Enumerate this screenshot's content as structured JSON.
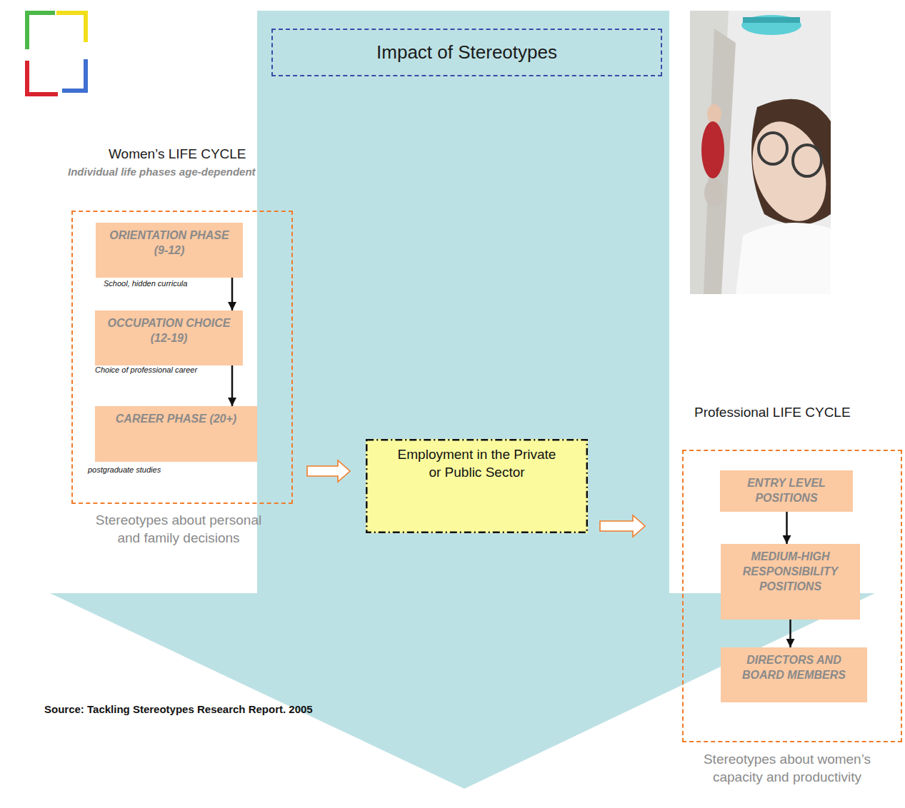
{
  "diagram": {
    "title": "Impact of Stereotypes",
    "caption": "Source: Tackling Stereotypes Research Report. 2005",
    "nodes": [
      {
        "text": [
          "Women’s LIFE CYCLE",
          "Individual life phases age-dependent",
          "Stereotypes about personal and family decisions"
        ]
      },
      {
        "text": [
          "ORIENTATION PHASE (9-12)"
        ],
        "in": 0
      },
      {
        "text": [
          "OCCUPATION CHOICE (12-19)"
        ],
        "in": 0
      },
      {
        "text": [
          "CAREER PHASE (20+)"
        ],
        "in": 0
      },
      {
        "text": [
          "Employment in the Private or Public Sector"
        ]
      },
      {
        "text": [
          "Professional LIFE CYCLE",
          "Stereotypes about women’s capacity and productivity"
        ]
      },
      {
        "text": [
          "ENTRY LEVEL POSITIONS"
        ],
        "in": 5
      },
      {
        "text": [
          "MEDIUM-HIGH RESPONSIBILITY POSITIONS"
        ],
        "in": 5
      },
      {
        "text": [
          "DIRECTORS AND BOARD MEMBERS"
        ],
        "in": 5
      }
    ],
    "edges": [
      {
        "from": 1,
        "to": 2,
        "arrow": "to"
      },
      {
        "from": 2,
        "to": 3,
        "arrow": "to"
      },
      {
        "from": 0,
        "to": 4,
        "arrow": "to"
      },
      {
        "from": 4,
        "to": 5,
        "arrow": "to"
      },
      {
        "from": 6,
        "to": 7,
        "arrow": "to"
      },
      {
        "from": 7,
        "to": 8,
        "arrow": "to"
      }
    ],
    "labels": [
      "School, hidden curricula",
      "Choice of professional career",
      "postgraduate studies"
    ]
  }
}
